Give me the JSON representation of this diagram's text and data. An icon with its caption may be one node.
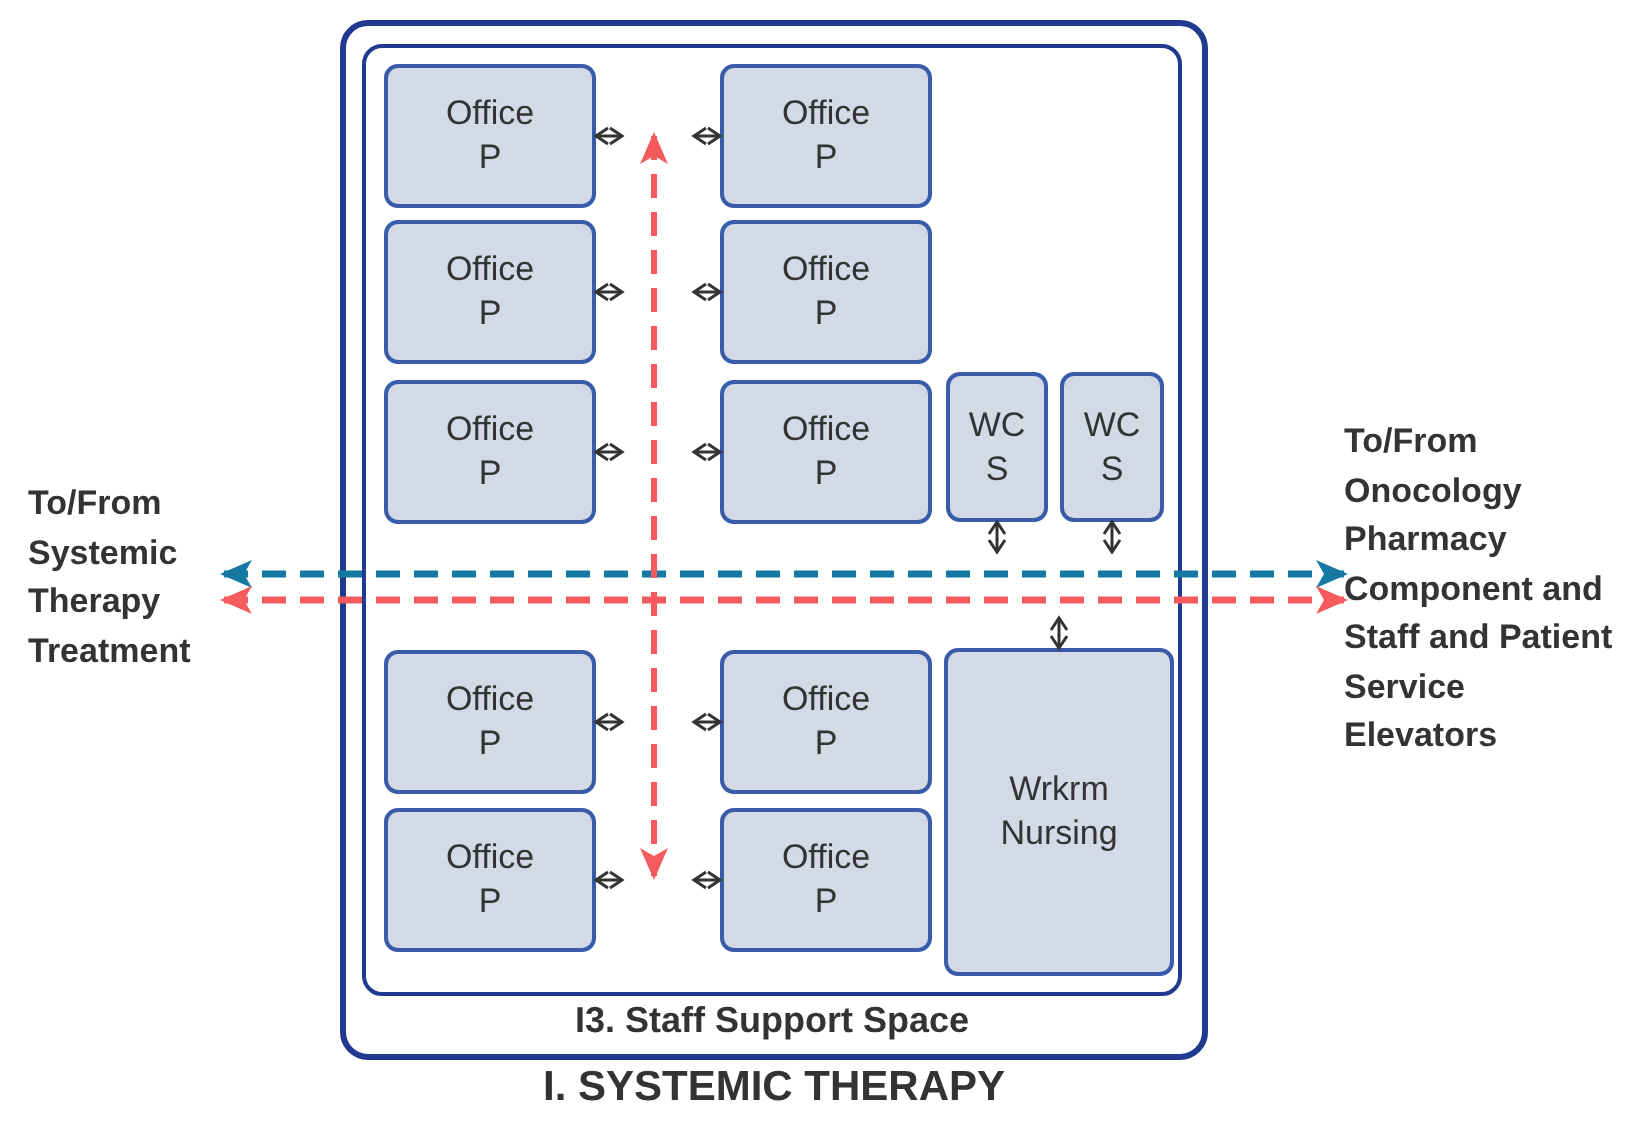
{
  "diagram": {
    "nodes": [
      {
        "text": [
          "I. SYSTEMIC THERAPY"
        ]
      },
      {
        "text": [
          "I3. Staff Support Space"
        ],
        "in": 0
      },
      {
        "text": [
          "Office P"
        ],
        "in": 1
      },
      {
        "text": [
          "Office P"
        ],
        "in": 1
      },
      {
        "text": [
          "Office P"
        ],
        "in": 1
      },
      {
        "text": [
          "Office P"
        ],
        "in": 1
      },
      {
        "text": [
          "Office P"
        ],
        "in": 1
      },
      {
        "text": [
          "Office P"
        ],
        "in": 1
      },
      {
        "text": [
          "WC S"
        ],
        "in": 1
      },
      {
        "text": [
          "WC S"
        ],
        "in": 1
      },
      {
        "text": [
          "Office P"
        ],
        "in": 1
      },
      {
        "text": [
          "Office P"
        ],
        "in": 1
      },
      {
        "text": [
          "Wrkrm Nursing"
        ],
        "in": 1
      },
      {
        "text": [
          "Office P"
        ],
        "in": 1
      },
      {
        "text": [
          "Office P"
        ],
        "in": 1
      },
      {
        "text": [
          "To/From Systemic Therapy Treatment"
        ]
      },
      {
        "text": [
          "To/From Onocology Pharmacy Component and Staff and Patient Service Elevators"
        ]
      }
    ],
    "edges": [
      {
        "from": 2,
        "to": null,
        "arrow": "both"
      },
      {
        "from": 3,
        "to": null,
        "arrow": "both"
      },
      {
        "from": 4,
        "to": null,
        "arrow": "both"
      },
      {
        "from": 5,
        "to": null,
        "arrow": "both"
      },
      {
        "from": 6,
        "to": null,
        "arrow": "both"
      },
      {
        "from": 7,
        "to": null,
        "arrow": "both"
      },
      {
        "from": 8,
        "to": null,
        "arrow": "both"
      },
      {
        "from": 9,
        "to": null,
        "arrow": "both"
      },
      {
        "from": 10,
        "to": null,
        "arrow": "both"
      },
      {
        "from": 11,
        "to": null,
        "arrow": "both"
      },
      {
        "from": 12,
        "to": null,
        "arrow": "both"
      },
      {
        "from": 13,
        "to": null,
        "arrow": "both"
      },
      {
        "from": 14,
        "to": null,
        "arrow": "both"
      },
      {
        "from": 15,
        "to": 16,
        "arrow": "both",
        "style": "dashed",
        "color": "#1479a3"
      },
      {
        "from": 15,
        "to": 16,
        "arrow": "both",
        "style": "dashed",
        "color": "#f45b5f"
      }
    ]
  }
}
